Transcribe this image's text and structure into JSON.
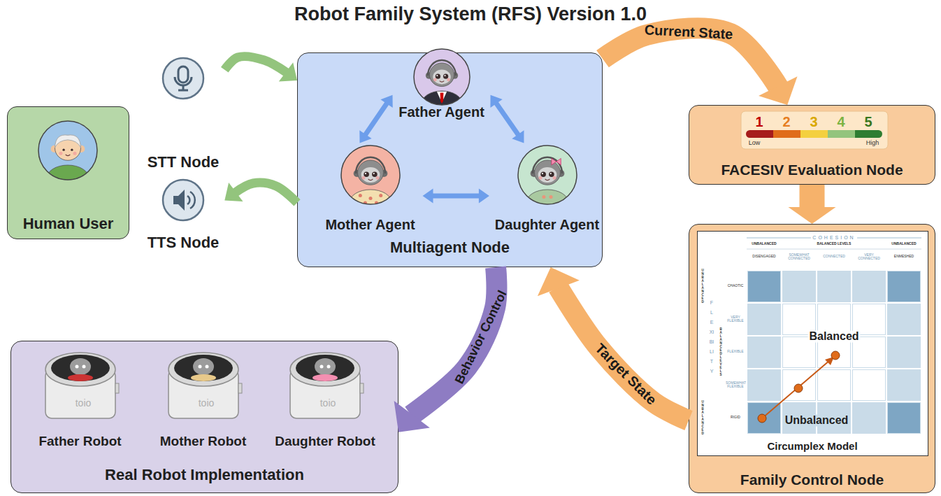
{
  "diagram": {
    "title": "Robot Family System (RFS) Version 1.0",
    "nodes": [
      {
        "text": [
          "Human User"
        ]
      },
      {
        "text": [
          "STT Node"
        ]
      },
      {
        "text": [
          "TTS Node"
        ]
      },
      {
        "text": [
          "Multiagent Node"
        ]
      },
      {
        "text": [
          "Father Agent"
        ],
        "in": 3
      },
      {
        "text": [
          "Mother Agent"
        ],
        "in": 3
      },
      {
        "text": [
          "Daughter Agent"
        ],
        "in": 3
      },
      {
        "text": [
          "FACESIV Evaluation Node"
        ]
      },
      {
        "text": [
          "Family Control Node"
        ]
      },
      {
        "text": [
          "Circumplex Model"
        ],
        "in": 8
      },
      {
        "text": [
          "Real Robot Implementation"
        ]
      },
      {
        "text": [
          "Father Robot"
        ],
        "in": 10
      },
      {
        "text": [
          "Mother Robot"
        ],
        "in": 10
      },
      {
        "text": [
          "Daughter Robot"
        ],
        "in": 10
      }
    ],
    "edges": [
      {
        "from": 1,
        "to": 3,
        "arrow": "to"
      },
      {
        "from": 3,
        "to": 2,
        "arrow": "to"
      },
      {
        "from": 4,
        "to": 5,
        "arrow": "both"
      },
      {
        "from": 4,
        "to": 6,
        "arrow": "both"
      },
      {
        "from": 5,
        "to": 6,
        "arrow": "both"
      },
      {
        "from": 3,
        "to": 7,
        "label": "Current State",
        "arrow": "to"
      },
      {
        "from": 7,
        "to": 8,
        "arrow": "to"
      },
      {
        "from": 8,
        "to": 3,
        "label": "Target State",
        "arrow": "to"
      },
      {
        "from": 3,
        "to": 10,
        "label": "Behavior Control",
        "arrow": "to"
      }
    ],
    "labels": [
      "1",
      "2",
      "3",
      "4",
      "5",
      "Low",
      "High",
      "COHESION",
      "UNBALANCED",
      "BALANCED LEVELS",
      "UNBALANCED",
      "DISENGAGED",
      "SOMEWHAT CONNECTED",
      "CONNECTED",
      "VERY CONNECTED",
      "ENMESHED",
      "UNBALANCED",
      "FLEXIBILITY",
      "CHAOTIC",
      "BALANCED LEVELS",
      "VERY FLEXIBLE",
      "FLEXIBLE",
      "SOMEWHAT FLEXIBLE",
      "UNBALANCED",
      "RIGID",
      "Balanced",
      "Unbalanced",
      "toio",
      "toio",
      "toio"
    ]
  }
}
